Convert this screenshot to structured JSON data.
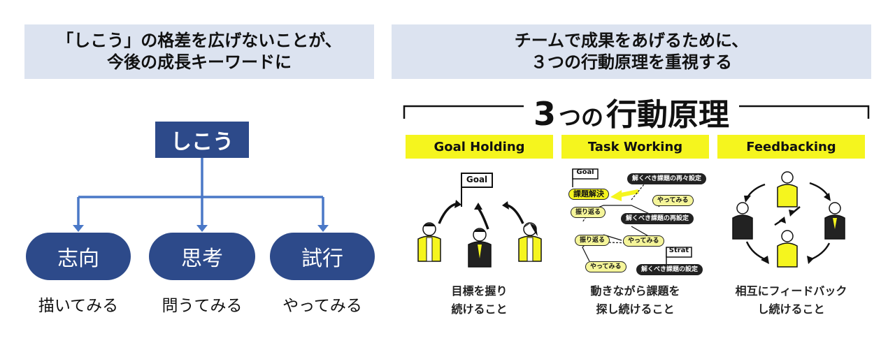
{
  "left": {
    "banner_line1": "「しこう」の格差を広げないことが、",
    "banner_line2": "今後の成長キーワードに",
    "root": "しこう",
    "branches": [
      {
        "label": "志向",
        "sub": "描いてみる"
      },
      {
        "label": "思考",
        "sub": "問うてみる"
      },
      {
        "label": "試行",
        "sub": "やってみる"
      }
    ],
    "colors": {
      "root": "#2d4a8a",
      "connector": "#4a78c7",
      "banner": "#dce3f0"
    }
  },
  "right": {
    "banner_line1": "チームで成果をあげるために、",
    "banner_line2": "３つの行動原理を重視する",
    "section_num": "3",
    "section_small": "つの",
    "section_rest": "行動原理",
    "principles": [
      {
        "title": "Goal Holding",
        "caption_line1": "目標を握り",
        "caption_line2": "続けること"
      },
      {
        "title": "Task Working",
        "caption_line1": "動きながら課題を",
        "caption_line2": "探し続けること"
      },
      {
        "title": "Feedbacking",
        "caption_line1": "相互にフィードバック",
        "caption_line2": "し続けること"
      }
    ],
    "goal_flag": "Goal",
    "task_flow": {
      "goal_flag": "Goal",
      "start_flag": "Strat",
      "solved": "課題解決",
      "redefine_again": "解くべき課題の再々設定",
      "redefine": "解くべき課題の再設定",
      "define": "解くべき課題の設定",
      "try1": "やってみる",
      "try2": "やってみる",
      "try3": "やってみる",
      "reflect1": "振り返る",
      "reflect2": "振り返る"
    },
    "colors": {
      "highlight": "#f5f51e",
      "banner": "#dce3f0"
    }
  }
}
